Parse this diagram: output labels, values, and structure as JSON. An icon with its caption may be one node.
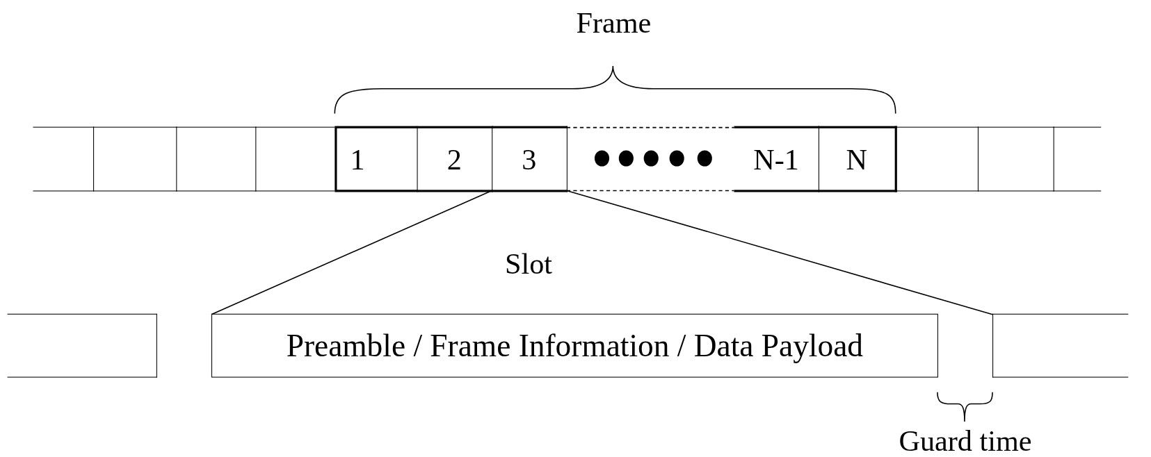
{
  "diagram": {
    "nodes": [
      {
        "text": [],
        "shape": "box"
      },
      {
        "text": [],
        "shape": "box"
      },
      {
        "text": [],
        "shape": "box"
      },
      {
        "text": [],
        "shape": "box"
      },
      {
        "text": [
          "1"
        ]
      },
      {
        "text": [
          "2"
        ]
      },
      {
        "text": [
          "3"
        ]
      },
      {
        "text": [
          "N-1"
        ]
      },
      {
        "text": [
          "N"
        ]
      },
      {
        "text": [],
        "shape": "box"
      },
      {
        "text": [],
        "shape": "box"
      },
      {
        "text": [],
        "shape": "box"
      },
      {
        "text": [],
        "shape": "box"
      },
      {
        "text": [
          "Preamble / Frame Information / Data Payload"
        ]
      },
      {
        "text": [],
        "shape": "box"
      }
    ],
    "edges": [
      {
        "from": 6,
        "to": 13,
        "arrow": "none"
      },
      {
        "from": 6,
        "to": 14,
        "arrow": "none"
      }
    ],
    "labels": [
      "Frame",
      "Slot",
      "Guard time"
    ]
  }
}
